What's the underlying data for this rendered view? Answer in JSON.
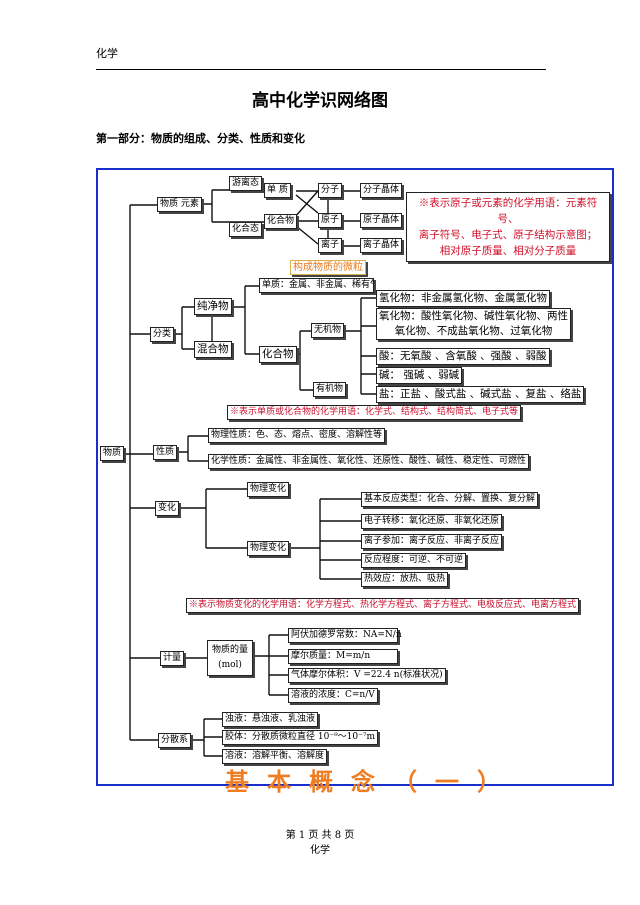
{
  "header": {
    "subject": "化学"
  },
  "title": "高中化学识网络图",
  "section": "第一部分：物质的组成、分类、性质和变化",
  "diagram": {
    "root": "物质",
    "composition": {
      "node": "物质  元素",
      "free": "游离态",
      "combined": "化合态",
      "elemental": "单  质",
      "compound": "化合物",
      "molecule": "分子",
      "atom": "原子",
      "ion": "离子",
      "mol_crystal": "分子晶体",
      "atom_crystal": "原子晶体",
      "ion_crystal": "离子晶体",
      "particles": "构成物质的微粒",
      "note_lines": [
        "※表示原子或元素的化学用语：元素符号、",
        "离子符号、电子式、原子结构示意图；",
        "相对原子质量、相对分子质量"
      ]
    },
    "classification": {
      "node": "分类",
      "pure": "纯净物",
      "mixture": "混合物",
      "elemental": "单质：金属、非金属、稀有气体",
      "compound": "化合物",
      "inorganic": "无机物",
      "organic": "有机物",
      "hydride": "氢化物：非金属氢化物、金属氢化物",
      "oxide_lines": [
        "氧化物：酸性氧化物、碱性氧化物、两性",
        "氧化物、不成盐氧化物、过氧化物"
      ],
      "acid": "酸：无氧酸 、含氧酸 、强酸 、弱酸",
      "base": "碱： 强碱  、弱碱",
      "salt": "盐：正盐 、酸式盐 、碱式盐 、复盐 、络盐",
      "note": "※表示单质或化合物的化学用语：化学式、结构式、结构简式、电子式等"
    },
    "properties": {
      "node": "性质",
      "physical": "物理性质：色、态、熔点、密度、溶解性等",
      "chemical": "化学性质：金属性、非金属性、氧化性、还原性、酸性、碱性、稳定性、可燃性"
    },
    "changes": {
      "node": "变化",
      "physical": "物理变化",
      "chemical": "物理变化",
      "types": [
        "基本反应类型：化合、分解、置换、复分解",
        "电子转移：氧化还原、非氧化还原",
        "离子参加：离子反应、非离子反应",
        "反应程度：可逆、不可逆",
        "热效应：放热、吸热"
      ],
      "note": "※表示物质变化的化学用语：化学方程式、热化学方程式、离子方程式、电极反应式、电离方程式"
    },
    "measurement": {
      "node": "计量",
      "amount_lines": [
        "物质的量",
        "(mol)"
      ],
      "items": [
        "阿伏加德罗常数：NA=N/n",
        "摩尔质量：M=m/n",
        "气体摩尔体积：V =22.4 n(标准状况)",
        "溶液的浓度：C=n/V"
      ]
    },
    "dispersion": {
      "node": "分散系",
      "items": [
        "浊液：悬浊液、乳浊液",
        "胶体：分散质微粒直径 10⁻⁹～10⁻⁷m",
        "溶液：溶解平衡、溶解度"
      ]
    },
    "banner": "基本概念（一）"
  },
  "footer": {
    "page": "第 1 页 共 8 页",
    "subject": "化学"
  },
  "colors": {
    "frame": "#1a2fc9",
    "note": "#d0102a",
    "banner": "#ef7d22"
  }
}
